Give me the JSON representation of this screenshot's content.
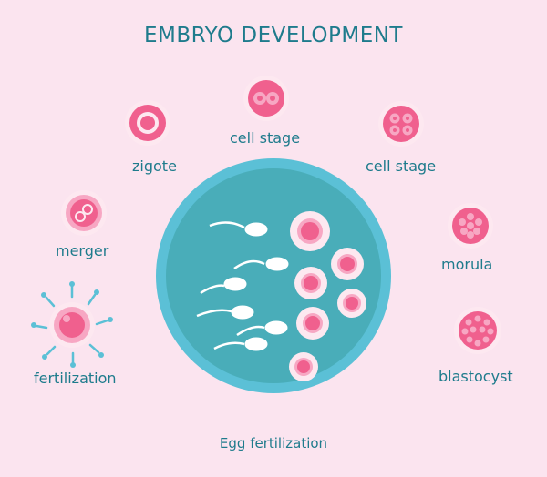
{
  "title": "EMBRYO DEVELOPMENT",
  "caption": "Egg fertilization",
  "stages": {
    "fertilization": "fertilization",
    "merger": "merger",
    "zigote": "zigote",
    "cell_stage_top": "cell stage",
    "cell_stage_right": "cell stage",
    "morula": "morula",
    "blastocyst": "blastocyst"
  },
  "colors": {
    "background": "#fbe4ef",
    "text": "#1e7b8c",
    "cell_fill": "#f0608e",
    "cell_ring": "#f7a7c3",
    "cell_halo": "#fde8f0",
    "dish_outer": "#5bc0d6",
    "dish_inner": "#49adb9",
    "sperm": "#ffffff"
  },
  "icons": {
    "fertilization": "egg-with-sperm-icon",
    "merger": "merger-cell-icon",
    "zigote": "zigote-cell-icon",
    "cell_stage_top": "two-cell-icon",
    "cell_stage_right": "four-cell-icon",
    "morula": "morula-cell-icon",
    "blastocyst": "blastocyst-cell-icon",
    "dish": "petri-dish-icon"
  }
}
